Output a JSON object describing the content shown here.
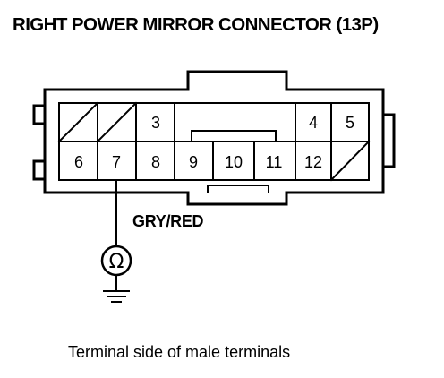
{
  "title": "RIGHT POWER MIRROR CONNECTOR (13P)",
  "wire_label": "GRY/RED",
  "ohmmeter_symbol": "Ω",
  "caption": "Terminal side of male terminals",
  "terminals": {
    "t3": "3",
    "t4": "4",
    "t5": "5",
    "t6": "6",
    "t7": "7",
    "t8": "8",
    "t9": "9",
    "t10": "10",
    "t11": "11",
    "t12": "12"
  }
}
